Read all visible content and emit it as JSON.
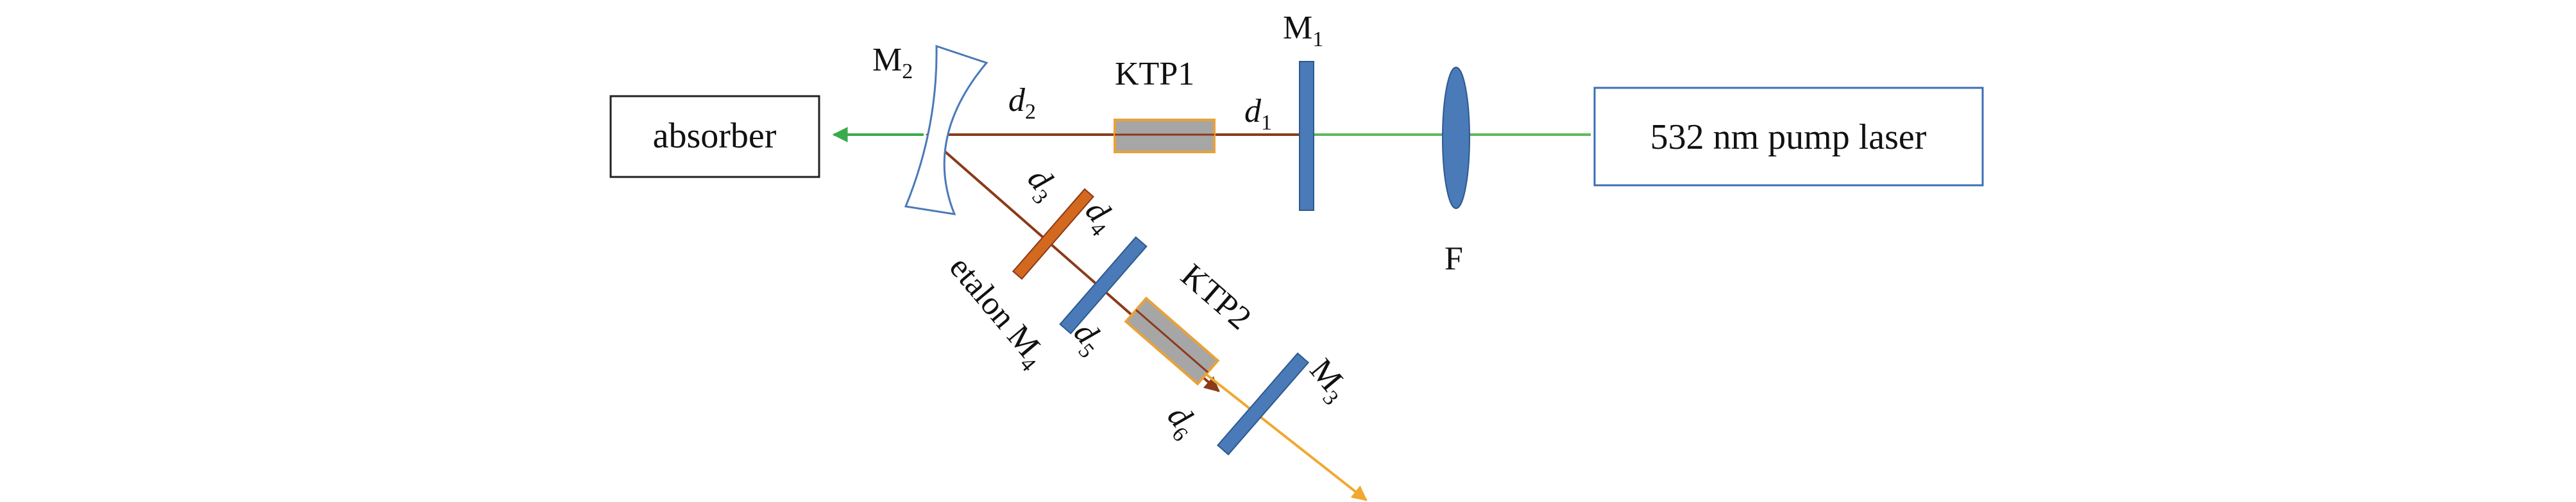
{
  "boxes": {
    "absorber": "absorber",
    "pump_laser": "532 nm pump laser"
  },
  "labels": {
    "m1": {
      "base": "M",
      "sub": "1"
    },
    "m2": {
      "base": "M",
      "sub": "2"
    },
    "m3": {
      "base": "M",
      "sub": "3"
    },
    "m4": {
      "base": "M",
      "sub": "4"
    },
    "ktp1": "KTP1",
    "ktp2": "KTP2",
    "etalon": "etalon",
    "lens_f": "F",
    "d1": {
      "base": "d",
      "sub": "1"
    },
    "d2": {
      "base": "d",
      "sub": "2"
    },
    "d3": {
      "base": "d",
      "sub": "3"
    },
    "d4": {
      "base": "d",
      "sub": "4"
    },
    "d5": {
      "base": "d",
      "sub": "5"
    },
    "d6": {
      "base": "d",
      "sub": "6"
    }
  },
  "colors": {
    "pump_beam": "#5cb85c",
    "output_beam_green": "#3aaa4a",
    "cavity_beam": "#8b3a1a",
    "yellow_beam": "#f0a830",
    "mirror": "#4a7ab8",
    "mirror_edge": "#2d5a8e",
    "etalon": "#d2691e",
    "crystal_fill": "#a6a6a6",
    "crystal_edge": "#e8a23a",
    "box_pump": "#3b6fb6",
    "box_absorber": "#222222"
  }
}
